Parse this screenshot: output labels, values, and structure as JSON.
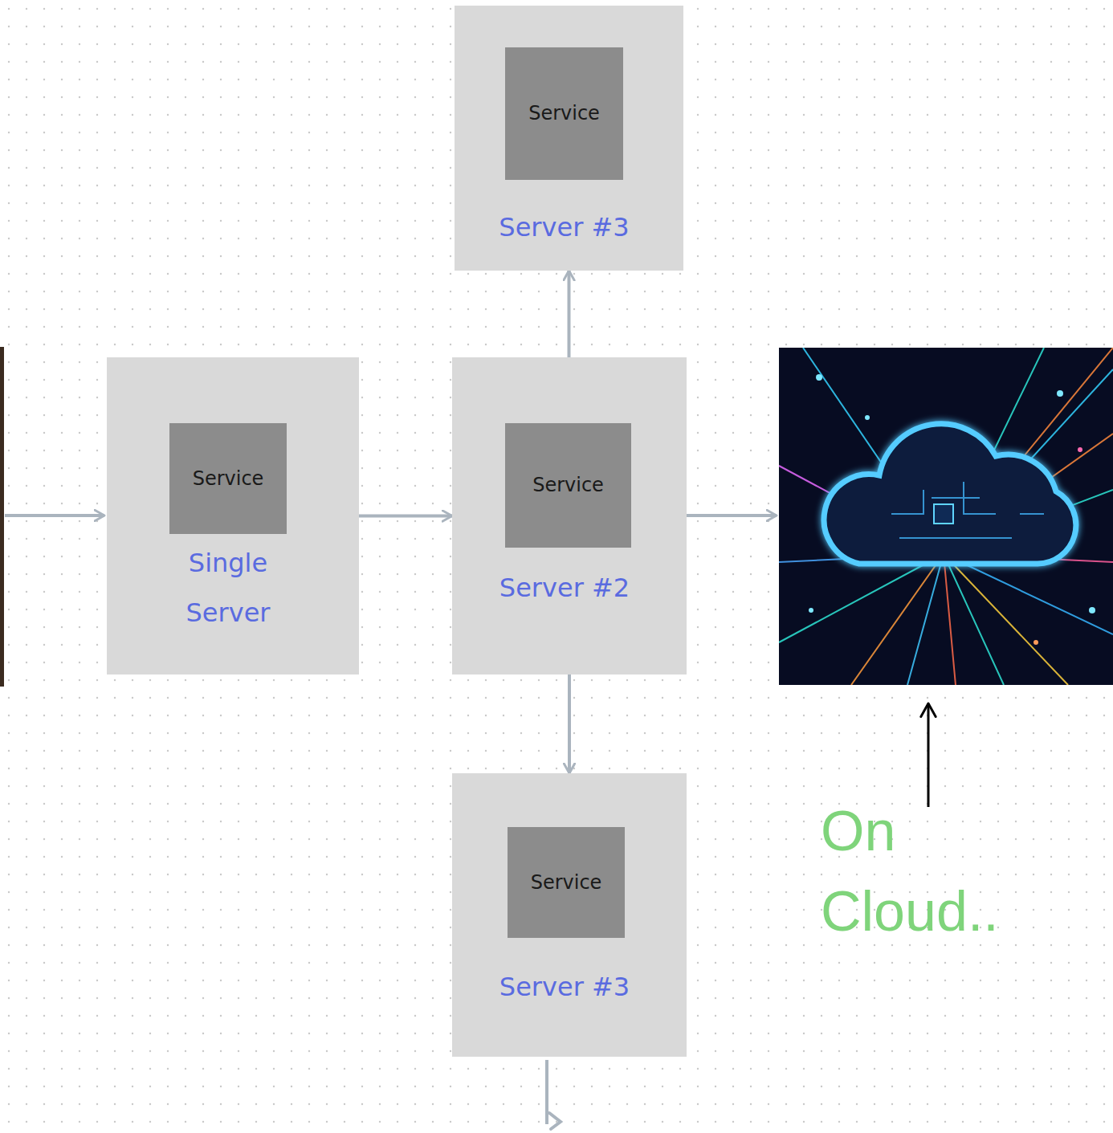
{
  "diagram": {
    "nodes": [
      {
        "text": [
          "Server #3"
        ]
      },
      {
        "text": [
          "Service"
        ],
        "in": 0
      },
      {
        "text": [
          "Single Server"
        ]
      },
      {
        "text": [
          "Service"
        ],
        "in": 2
      },
      {
        "text": [
          "Server #2"
        ]
      },
      {
        "text": [
          "Service"
        ],
        "in": 4
      },
      {
        "text": [
          "Server #3"
        ]
      },
      {
        "text": [
          "Service"
        ],
        "in": 6
      }
    ],
    "edges": [
      {
        "from": 2,
        "to": 4,
        "arrow": "to"
      },
      {
        "from": 4,
        "to": 0,
        "arrow": "to"
      },
      {
        "from": 4,
        "to": 6,
        "arrow": "to"
      }
    ],
    "labels": [
      "On Cloud.."
    ]
  }
}
